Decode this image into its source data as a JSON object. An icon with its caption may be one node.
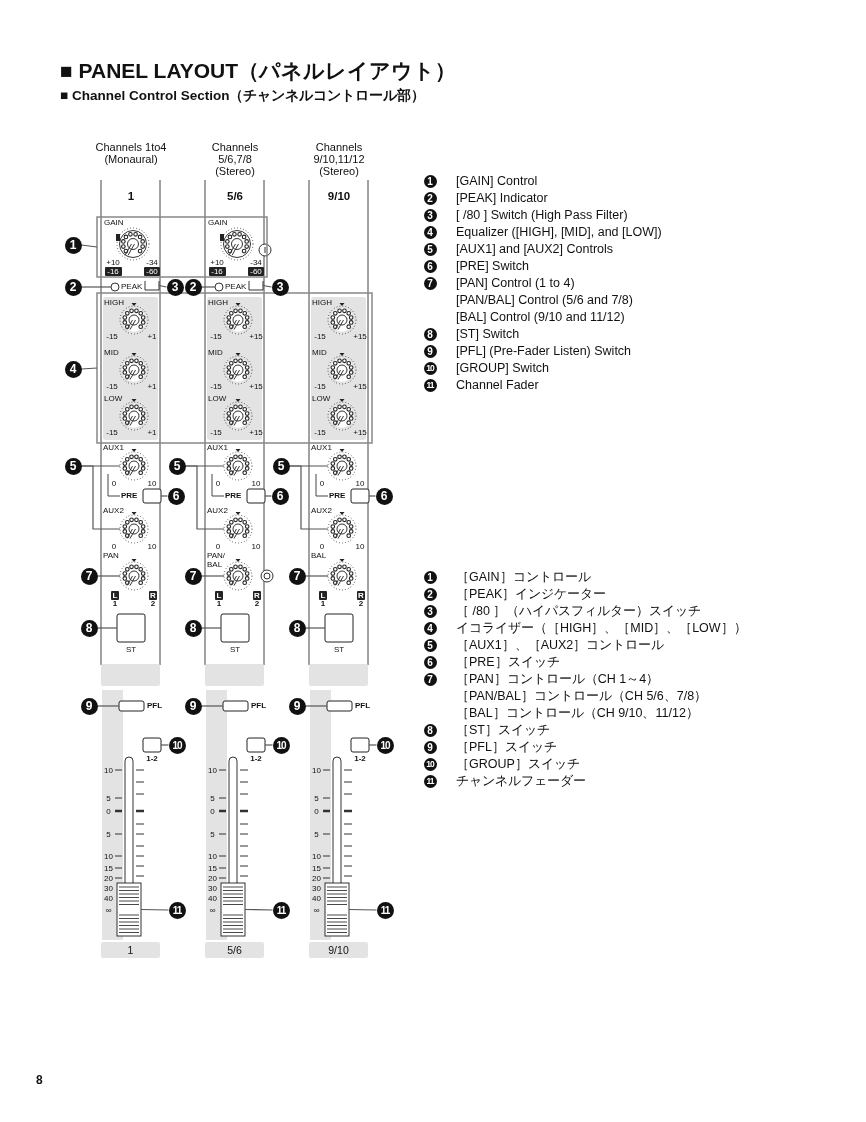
{
  "diagram": {
    "title": "■ PANEL LAYOUT（パネルレイアウト）",
    "nodes": [
      {
        "text": [
          "1"
        ]
      },
      {
        "text": [
          "2"
        ]
      },
      {
        "text": [
          "3"
        ]
      },
      {
        "text": [
          "2"
        ]
      },
      {
        "text": [
          "3"
        ]
      },
      {
        "text": [
          "4"
        ]
      },
      {
        "text": [
          "5"
        ]
      },
      {
        "text": [
          "5"
        ]
      },
      {
        "text": [
          "5"
        ]
      },
      {
        "text": [
          "6"
        ]
      },
      {
        "text": [
          "6"
        ]
      },
      {
        "text": [
          "6"
        ]
      },
      {
        "text": [
          "7"
        ]
      },
      {
        "text": [
          "7"
        ]
      },
      {
        "text": [
          "7"
        ]
      },
      {
        "text": [
          "8"
        ]
      },
      {
        "text": [
          "8"
        ]
      },
      {
        "text": [
          "8"
        ]
      },
      {
        "text": [
          "9"
        ]
      },
      {
        "text": [
          "9"
        ]
      },
      {
        "text": [
          "9"
        ]
      },
      {
        "text": [
          "10"
        ]
      },
      {
        "text": [
          "10"
        ]
      },
      {
        "text": [
          "10"
        ]
      },
      {
        "text": [
          "11"
        ]
      },
      {
        "text": [
          "11"
        ]
      },
      {
        "text": [
          "11"
        ]
      },
      {
        "text": [],
        "shape": "box"
      },
      {
        "text": [],
        "shape": "box"
      },
      {
        "text": [],
        "shape": "circle"
      },
      {
        "text": [],
        "shape": "circle"
      },
      {
        "text": [],
        "shape": "box"
      },
      {
        "text": [],
        "shape": "box"
      },
      {
        "text": [],
        "shape": "circle"
      },
      {
        "text": [],
        "shape": "circle"
      },
      {
        "text": [],
        "shape": "circle"
      },
      {
        "text": [],
        "shape": "circle"
      },
      {
        "text": [],
        "shape": "circle"
      },
      {
        "text": [],
        "shape": "circle"
      },
      {
        "text": [],
        "shape": "box"
      },
      {
        "text": [],
        "shape": "box"
      },
      {
        "text": [],
        "shape": "box"
      },
      {
        "text": [],
        "shape": "circle"
      },
      {
        "text": [],
        "shape": "circle"
      },
      {
        "text": [],
        "shape": "circle"
      },
      {
        "text": [],
        "shape": "box"
      },
      {
        "text": [],
        "shape": "box"
      },
      {
        "text": [],
        "shape": "box"
      },
      {
        "text": [],
        "shape": "box"
      },
      {
        "text": [],
        "shape": "box"
      },
      {
        "text": [],
        "shape": "box"
      },
      {
        "text": [],
        "shape": "box"
      },
      {
        "text": [],
        "shape": "box"
      },
      {
        "text": [],
        "shape": "box"
      },
      {
        "text": [],
        "shape": "box"
      },
      {
        "text": [],
        "shape": "box"
      },
      {
        "text": [],
        "shape": "box"
      }
    ],
    "edges": [
      {
        "from": 0,
        "to": 27,
        "arrow": "none"
      },
      {
        "from": 1,
        "to": 29,
        "arrow": "none"
      },
      {
        "from": 2,
        "to": 31,
        "arrow": "none"
      },
      {
        "from": 3,
        "to": 30,
        "arrow": "none"
      },
      {
        "from": 4,
        "to": 32,
        "arrow": "none"
      },
      {
        "from": 5,
        "to": 28,
        "arrow": "none"
      },
      {
        "from": 6,
        "to": 33,
        "arrow": "none"
      },
      {
        "from": 6,
        "to": 36,
        "arrow": "none"
      },
      {
        "from": 7,
        "to": 34,
        "arrow": "none"
      },
      {
        "from": 7,
        "to": 37,
        "arrow": "none"
      },
      {
        "from": 8,
        "to": 35,
        "arrow": "none"
      },
      {
        "from": 8,
        "to": 38,
        "arrow": "none"
      },
      {
        "from": 9,
        "to": 39,
        "arrow": "none"
      },
      {
        "from": 10,
        "to": 40,
        "arrow": "none"
      },
      {
        "from": 11,
        "to": 41,
        "arrow": "none"
      },
      {
        "from": 12,
        "to": 42,
        "arrow": "none"
      },
      {
        "from": 13,
        "to": 43,
        "arrow": "none"
      },
      {
        "from": 14,
        "to": 44,
        "arrow": "none"
      },
      {
        "from": 15,
        "to": 45,
        "arrow": "none"
      },
      {
        "from": 16,
        "to": 46,
        "arrow": "none"
      },
      {
        "from": 17,
        "to": 47,
        "arrow": "none"
      },
      {
        "from": 18,
        "to": 48,
        "arrow": "none"
      },
      {
        "from": 19,
        "to": 49,
        "arrow": "none"
      },
      {
        "from": 20,
        "to": 50,
        "arrow": "none"
      },
      {
        "from": 21,
        "to": 51,
        "arrow": "none"
      },
      {
        "from": 22,
        "to": 52,
        "arrow": "none"
      },
      {
        "from": 23,
        "to": 53,
        "arrow": "none"
      },
      {
        "from": 24,
        "to": 54,
        "arrow": "none"
      },
      {
        "from": 25,
        "to": 55,
        "arrow": "none"
      },
      {
        "from": 26,
        "to": 56,
        "arrow": "none"
      }
    ],
    "labels": [
      "■ Channel Control Section（チャンネルコントロール部）",
      "Channels 1to4 (Monaural)",
      "Channels 5/6,7/8 (Stereo)",
      "Channels 9/10,11/12 (Stereo)",
      "1",
      "5/6",
      "9/10",
      "GAIN",
      "+10",
      "-34",
      "-16",
      "-60",
      "PEAK",
      "GAIN",
      "+10",
      "-34",
      "-16",
      "-60",
      "PEAK",
      "HIGH",
      "-15",
      "+1",
      "MID",
      "-15",
      "+1",
      "LOW",
      "-15",
      "+1",
      "HIGH",
      "-15",
      "+15",
      "MID",
      "-15",
      "+15",
      "LOW",
      "-15",
      "+15",
      "HIGH",
      "-15",
      "+15",
      "MID",
      "-15",
      "+15",
      "LOW",
      "-15",
      "+15",
      "AUX1",
      "0",
      "10",
      "PRE",
      "AUX2",
      "0",
      "10",
      "PAN",
      "L",
      "R",
      "1",
      "2",
      "ST",
      "PFL",
      "1-2",
      "10",
      "5",
      "0",
      "5",
      "10",
      "15",
      "20",
      "30",
      "40",
      "∞",
      "1",
      "AUX1",
      "0",
      "10",
      "PRE",
      "AUX2",
      "0",
      "10",
      "PAN/ BAL",
      "L",
      "R",
      "1",
      "2",
      "ST",
      "PFL",
      "1-2",
      "10",
      "5",
      "0",
      "5",
      "10",
      "15",
      "20",
      "30",
      "40",
      "∞",
      "5/6",
      "AUX1",
      "0",
      "10",
      "PRE",
      "AUX2",
      "0",
      "10",
      "BAL",
      "L",
      "R",
      "1",
      "2",
      "ST",
      "PFL",
      "1-2",
      "10",
      "5",
      "0",
      "5",
      "10",
      "15",
      "20",
      "30",
      "40",
      "∞",
      "9/10",
      "1",
      "[GAIN] Control",
      "2",
      "[PEAK] Indicator",
      "3",
      "[ /80 ] Switch (High Pass Filter)",
      "4",
      "Equalizer ([HIGH], [MID], and [LOW])",
      "5",
      "[AUX1] and [AUX2] Controls",
      "6",
      "[PRE] Switch",
      "7",
      "[PAN] Control (1 to 4)",
      "[PAN/BAL] Control (5/6 and 7/8)",
      "[BAL] Control (9/10 and 11/12)",
      "8",
      "[ST] Switch",
      "9",
      "[PFL] (Pre-Fader Listen) Switch",
      "10",
      "[GROUP] Switch",
      "11",
      "Channel Fader",
      "1",
      "［GAIN］コントロール",
      "2",
      "［PEAK］インジケーター",
      "3",
      "［ /80 ］（ハイパスフィルター）スイッチ",
      "4",
      "イコライザー（［HIGH］、［MID］、［LOW］）",
      "5",
      "［AUX1］、［AUX2］コントロール",
      "6",
      "［PRE］スイッチ",
      "7",
      "［PAN］コントロール（CH 1～4）",
      "［PAN/BAL］コントロール（CH 5/6、7/8）",
      "［BAL］コントロール（CH 9/10、11/12）",
      "8",
      "［ST］スイッチ",
      "9",
      "［PFL］スイッチ",
      "10",
      "［GROUP］スイッチ",
      "11",
      "チャンネルフェーダー",
      "8"
    ]
  }
}
